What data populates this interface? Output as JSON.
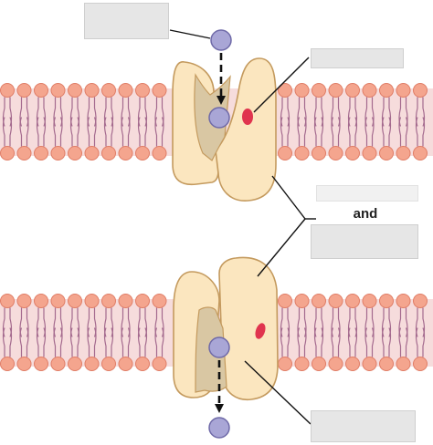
{
  "labels": {
    "connector_word": "and"
  },
  "colors": {
    "background": "#ffffff",
    "membrane_band": "#f6dcdc",
    "phospholipid_head": "#f4a58e",
    "phospholipid_head_stroke": "#e07d66",
    "phospholipid_tail": "#a46a8e",
    "protein_fill": "#fbe6bf",
    "protein_stroke": "#c49a5e",
    "channel_fill": "#d9c7a3",
    "solute_fill": "#a9a6d6",
    "solute_stroke": "#6f6aa8",
    "binding_site": "#e0344e",
    "leader_line": "#111111",
    "label_box": "#e6e6e6"
  },
  "icons": {
    "solute": "circle-molecule",
    "binding_site": "red-oval",
    "movement": "dashed-down-arrow"
  }
}
